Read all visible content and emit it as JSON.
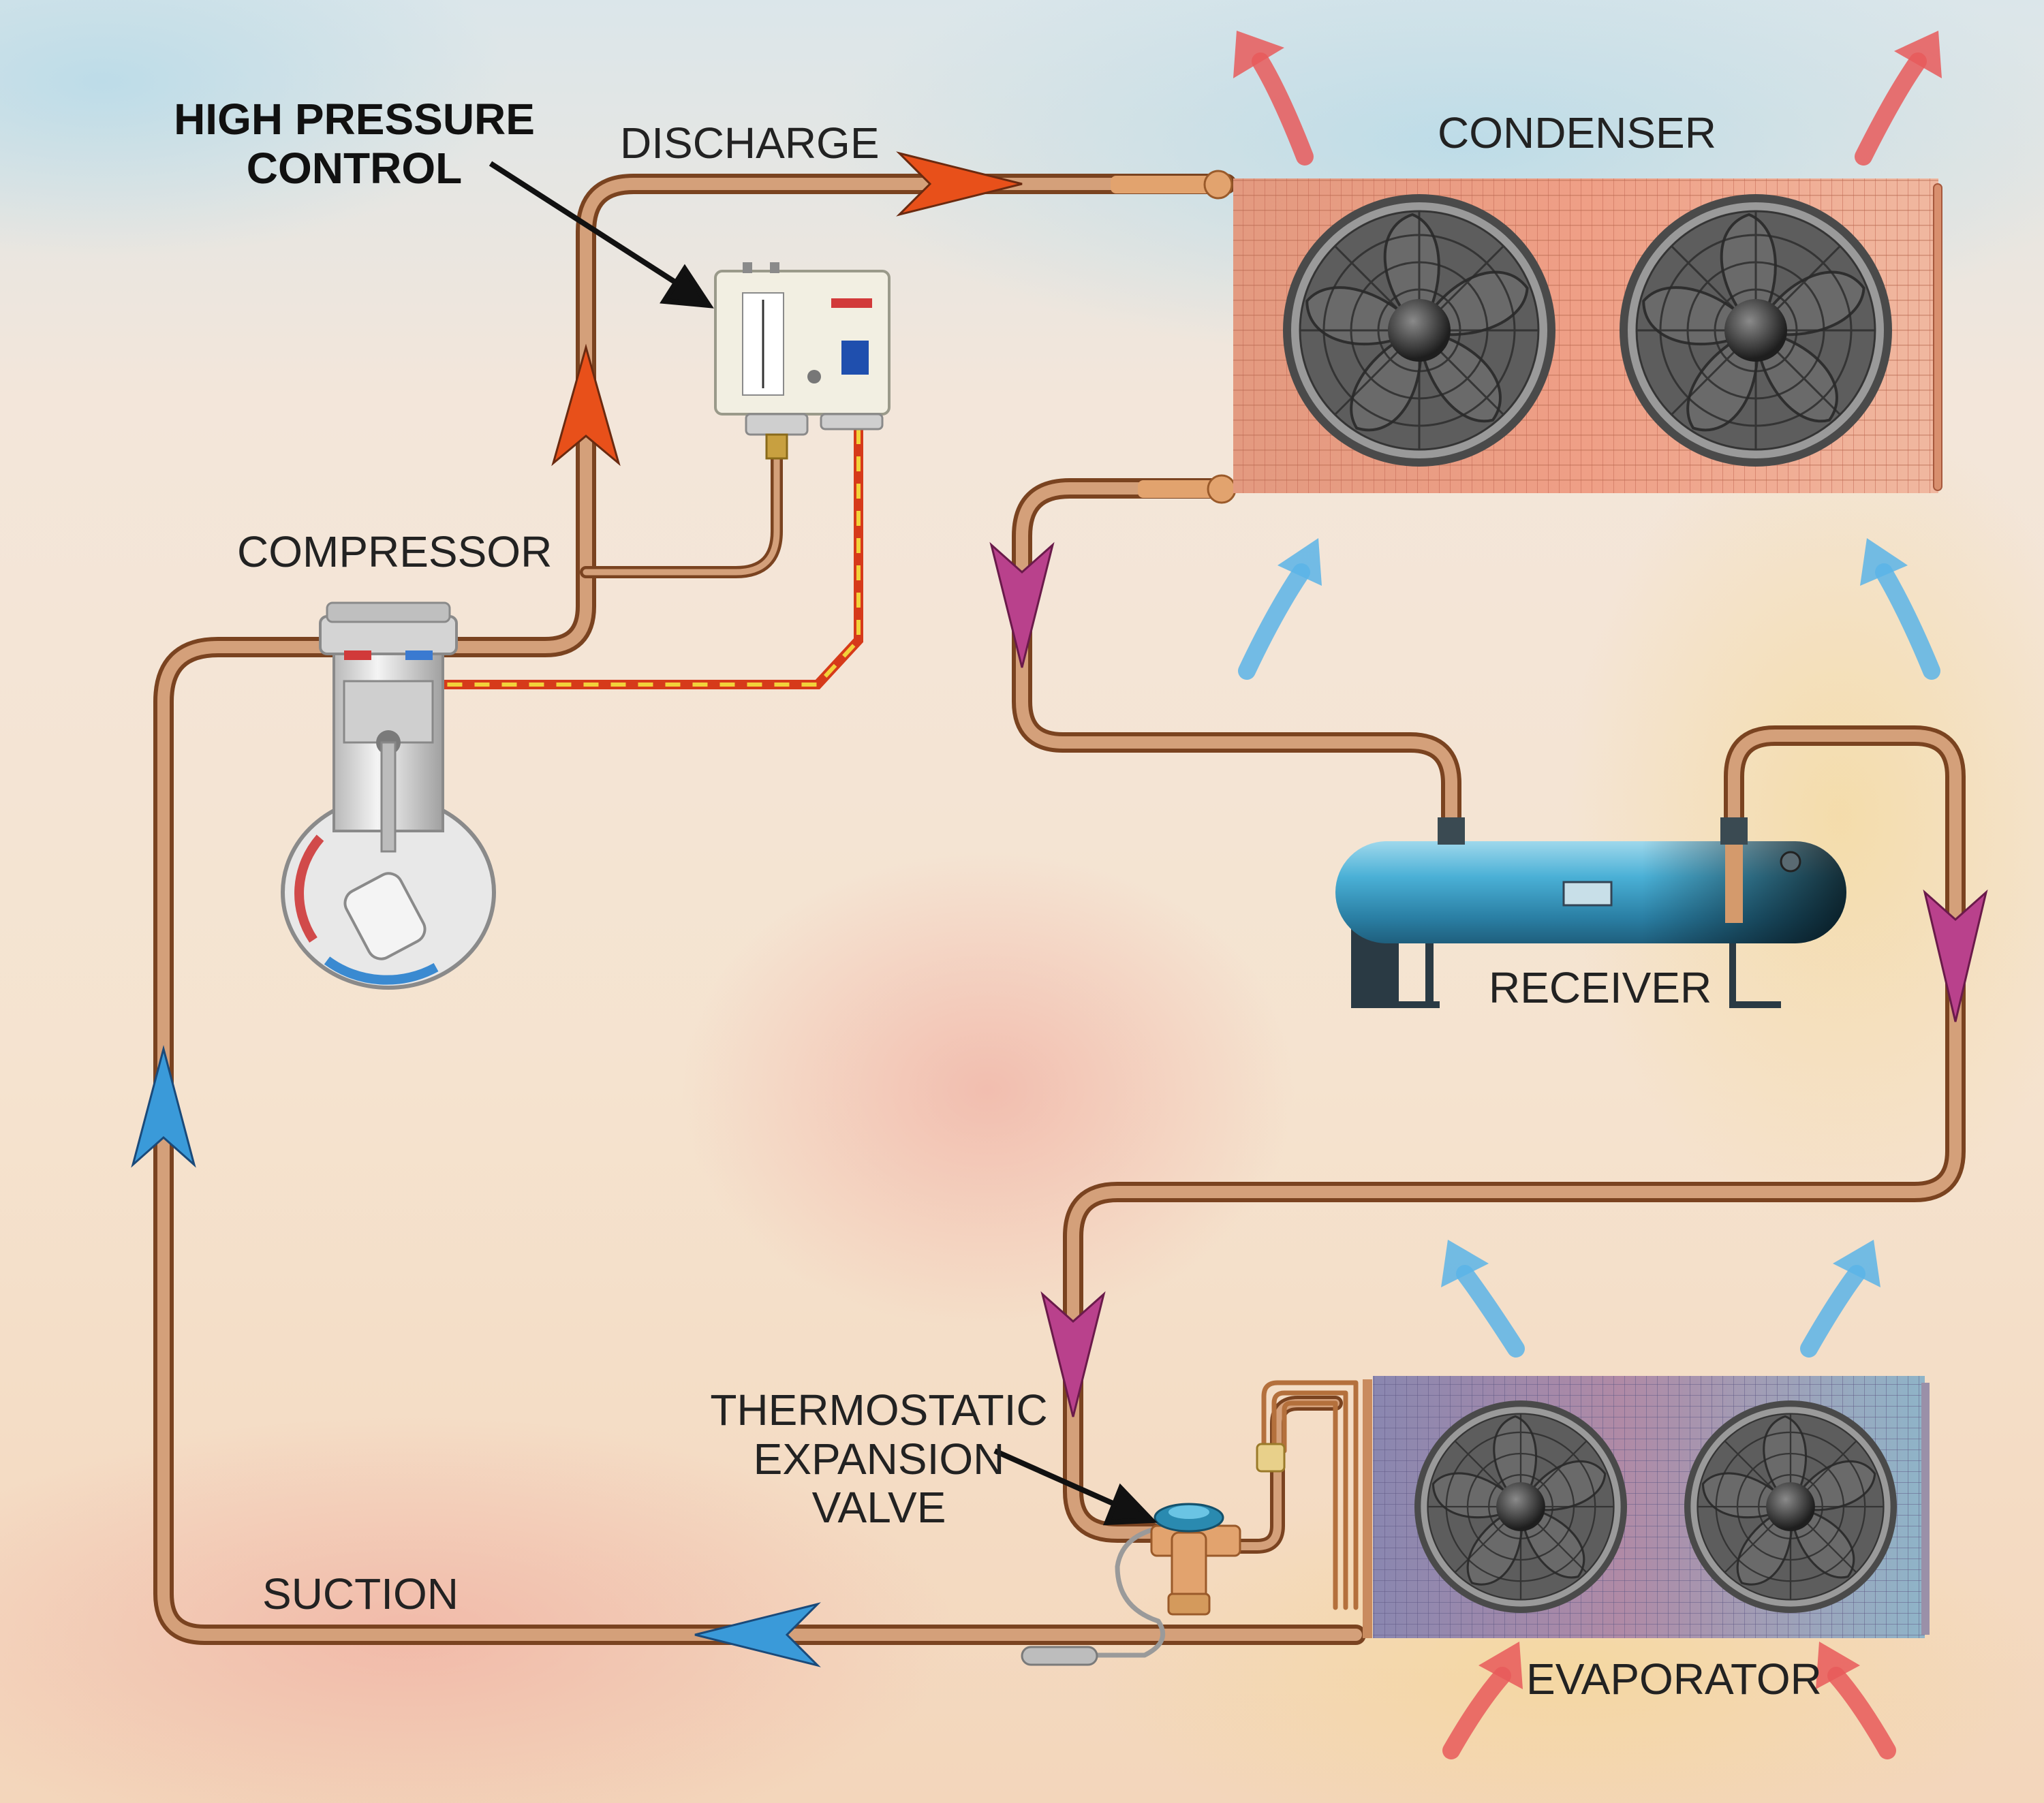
{
  "labels": {
    "high_pressure_control": [
      "HIGH PRESSURE",
      "CONTROL"
    ],
    "discharge": "DISCHARGE",
    "condenser": "CONDENSER",
    "compressor": "COMPRESSOR",
    "receiver": "RECEIVER",
    "thermostatic_expansion_valve": [
      "THERMOSTATIC",
      "EXPANSION",
      "VALVE"
    ],
    "suction": "SUCTION",
    "evaporator": "EVAPORATOR"
  },
  "components": [
    "compressor",
    "high-pressure-control",
    "condenser",
    "receiver",
    "thermostatic-expansion-valve",
    "evaporator"
  ],
  "colors": {
    "pipe": "#b4703c",
    "discharge_arrow": "#e8501a",
    "liquid_arrow": "#b9418c",
    "suction_arrow": "#3a9ad9",
    "warm_air": "#e85a5a",
    "cool_air": "#5ab4e8",
    "control_wire": "#d63a1a",
    "control_wire_dash": "#f2d23a"
  }
}
